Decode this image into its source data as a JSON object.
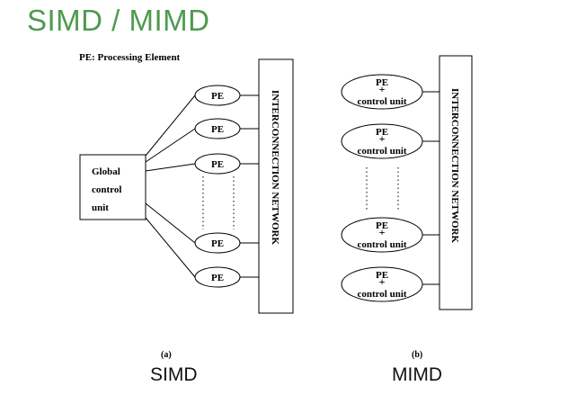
{
  "slide": {
    "title": "SIMD / MIMD",
    "legend": "PE: Processing Element",
    "caption_left": "SIMD",
    "caption_right": "MIMD"
  },
  "simd": {
    "sub_label": "(a)",
    "global_unit_lines": [
      "Global",
      "control",
      "unit"
    ],
    "pe_label": "PE",
    "pe_count_shown": 5,
    "network_label": "INTERCONNECTION NETWORK"
  },
  "mimd": {
    "sub_label": "(b)",
    "pe_line1": "PE",
    "pe_plus": "+",
    "pe_line2": "control unit",
    "pe_count_shown": 4,
    "network_label": "INTERCONNECTION NETWORK"
  }
}
